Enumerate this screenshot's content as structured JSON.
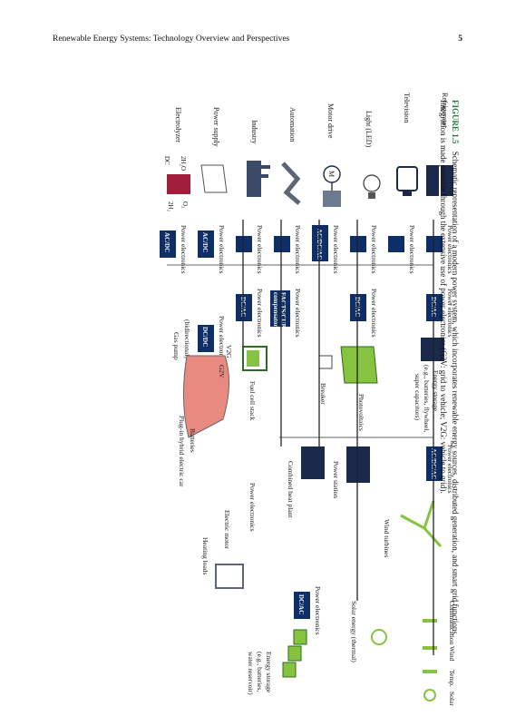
{
  "header": {
    "title": "Renewable Energy Systems: Technology Overview and Perspectives",
    "page_number": "5"
  },
  "figure": {
    "sources": {
      "solar": "Solar",
      "temp": "Temp.",
      "wind": "Wind",
      "communication": "Communication",
      "solar_thermal": "Solar energy (thermal)",
      "wind_turbines": "Wind turbines",
      "power_station": "Power station",
      "chp": "Combined heat plant",
      "energy_storage_thermal_1": "Energy storage",
      "energy_storage_thermal_2": "(e.g., batteries,",
      "energy_storage_thermal_3": "water reservoir)",
      "heating_loads": "Heating loads",
      "electric_motor": "Electric motor",
      "energy_storage_1": "Energy storage",
      "energy_storage_2": "(e.g., batteries, flywheel,",
      "energy_storage_3": "super capacitors)",
      "photovoltaics": "Photovoltaics",
      "breaker": "Breaker",
      "fuel_cell_stack": "Fuel cell stack",
      "g2v": "G2V",
      "v2g": "V2G",
      "bidirectional": "(bidirectional)",
      "gas_pump": "Gas pump",
      "batteries": "Batteries",
      "phev": "Plug-in hybrid electric car"
    },
    "power_electronics": "Power electronics",
    "converters": {
      "dcac": "DC/AC",
      "acdcac": "AC/DC/AC",
      "facts": "FACTS/CUPS",
      "compensator": "compensator",
      "acdc": "AC/DC",
      "acdc_small": "AC/DC",
      "dcdc": "DC/DC"
    },
    "loads": {
      "refrigerator": "Refrigerator",
      "television": "Television",
      "light": "Light (LED)",
      "motor_drive": "Motor drive",
      "automation": "Automation",
      "industry": "Industry",
      "power_supply": "Power supply",
      "electrolyzer": "Electrolyzer",
      "h2o": "2H₂O",
      "o2": "O₂",
      "h2": "2H₂",
      "dc_symbol": "DC",
      "motor_symbol": "M"
    },
    "colors": {
      "pe_box": "#0d2e66",
      "green": "#86c440",
      "green_dark": "#2e6b1e",
      "car_red": "#e88a80",
      "caption_label": "#1a7a3a"
    }
  },
  "caption": {
    "label": "FIGURE 1.5",
    "text_line1": "Schematic representation of a modern power system, which incorporates renewable energy sources, distributed generation, and smart grid functions.",
    "text_line2": "Integration is made possible through the extensive use of power electronics (G2V: grid to vehicle; V2G: vehicle to grid)."
  }
}
